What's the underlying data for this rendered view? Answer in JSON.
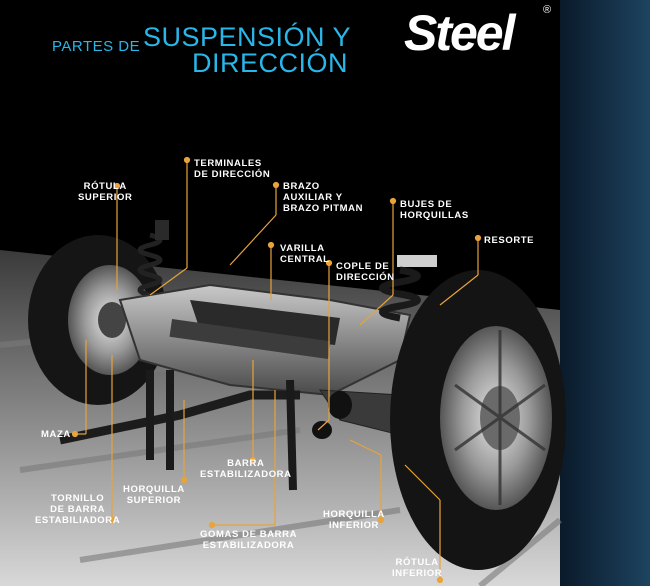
{
  "header": {
    "title_small": "PARTES DE",
    "title_line1": "SUSPENSIÓN Y",
    "title_line2": "DIRECCIÓN",
    "brand": "Steel",
    "reg_mark": "®"
  },
  "colors": {
    "accent_blue": "#29b6e8",
    "marker_orange": "#e8a33a",
    "background": "#000000"
  },
  "labels": {
    "rotula_superior": "RÓTULA\nSUPERIOR",
    "terminales_direccion": "TERMINALES\nDE DIRECCIÓN",
    "brazo_auxiliar": "BRAZO\nAUXILIAR Y\nBRAZO PITMAN",
    "bujes_horquillas": "BUJES DE\nHORQUILLAS",
    "resorte": "RESORTE",
    "varilla_central": "VARILLA\nCENTRAL",
    "cople_direccion": "COPLE DE\nDIRECCIÓN",
    "maza": "MAZA",
    "barra_estabilizadora": "BARRA\nESTABILIZADORA",
    "tornillo_barra": "TORNILLO\nDE BARRA\nESTABILIADORA",
    "horquilla_superior": "HORQUILLA\nSUPERIOR",
    "horquilla_inferior": "HORQUILLA\nINFERIOR",
    "gomas_barra": "GOMAS DE BARRA\nESTABILIZADORA",
    "rotula_inferior": "RÓTULA\nINFERIOR"
  }
}
